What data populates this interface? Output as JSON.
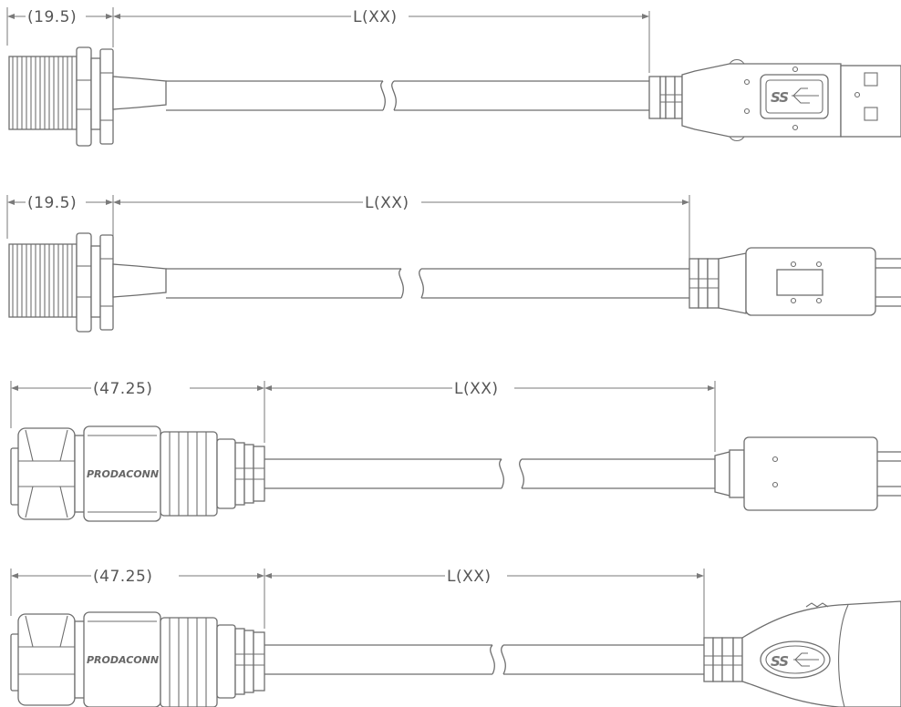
{
  "drawings": [
    {
      "dim_left": "(19.5)",
      "dim_right": "L(XX)"
    },
    {
      "dim_left": "(19.5)",
      "dim_right": "L(XX)"
    },
    {
      "dim_left": "(47.25)",
      "dim_right": "L(XX)",
      "brand": "PRODACONN"
    },
    {
      "dim_left": "(47.25)",
      "dim_right": "L(XX)",
      "brand": "PRODACONN"
    }
  ]
}
